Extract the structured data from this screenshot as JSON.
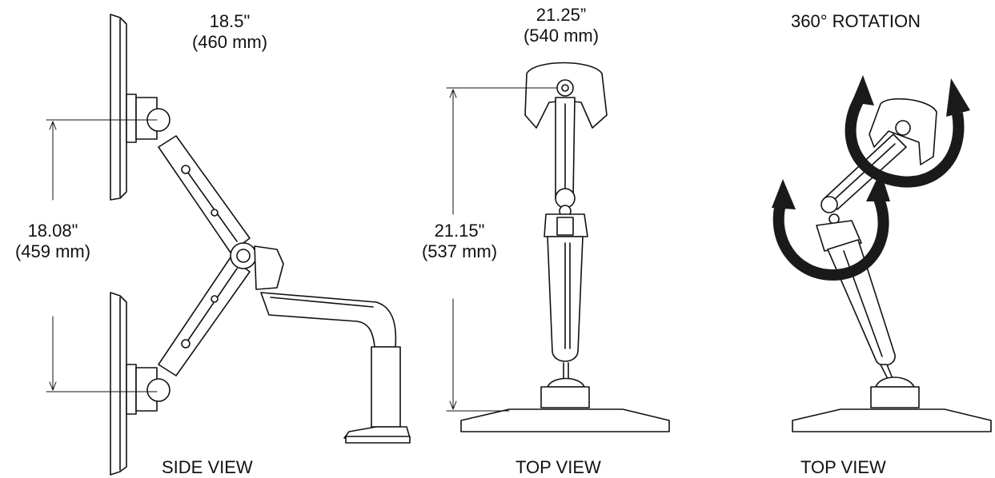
{
  "side_view": {
    "caption": "SIDE VIEW",
    "width_dim": {
      "inches": "18.5\"",
      "mm": "(460 mm)"
    },
    "height_dim": {
      "inches": "18.08\"",
      "mm": "(459 mm)"
    }
  },
  "top_view": {
    "caption": "TOP VIEW",
    "width_dim": {
      "inches": "21.25”",
      "mm": "(540 mm)"
    },
    "height_dim": {
      "inches": "21.15\"",
      "mm": "(537 mm)"
    }
  },
  "rotation_view": {
    "caption": "TOP VIEW",
    "title": "360° ROTATION"
  },
  "colors": {
    "line": "#111111",
    "fill": "#ffffff",
    "shade": "#d9d9d9",
    "arrow": "#1a1a1a"
  }
}
